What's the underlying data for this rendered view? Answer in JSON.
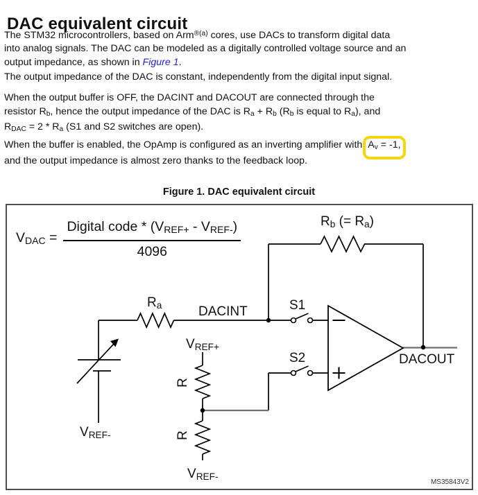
{
  "colors": {
    "link": "#2424cc",
    "highlight": "#f2d70e",
    "wire": "#000000",
    "gray_wire": "#6e6e6e",
    "figure_border": "#4d4d4d"
  },
  "page": {
    "title": "DAC equivalent circuit",
    "paragraphs": [
      {
        "lines": [
          [
            {
              "t": "The STM32 microcontrollers, based on Arm"
            },
            {
              "t": "®(a)",
              "s": "sup"
            },
            {
              "t": " cores, use DACs to transform digital data"
            }
          ],
          [
            {
              "t": "into analog signals. The DAC can be modeled as a digitally controlled voltage source and an"
            }
          ],
          [
            {
              "t": "output impedance, as shown in "
            },
            {
              "t": "Figure 1",
              "s": "link",
              "n": "figure-1-link"
            },
            {
              "t": "."
            }
          ]
        ]
      },
      {
        "lines": [
          [
            {
              "t": "The output impedance of the DAC is constant, independently from the digital input signal."
            }
          ]
        ]
      },
      {
        "lines": [
          [
            {
              "t": "When the output buffer is OFF, the DACINT and DACOUT are connected through the"
            }
          ],
          [
            {
              "t": "resistor R"
            },
            {
              "t": "b",
              "s": "sub"
            },
            {
              "t": ", hence the output impedance of the DAC is R"
            },
            {
              "t": "a",
              "s": "sub"
            },
            {
              "t": " + R"
            },
            {
              "t": "b",
              "s": "sub"
            },
            {
              "t": " (R"
            },
            {
              "t": "b",
              "s": "sub"
            },
            {
              "t": " is equal to R"
            },
            {
              "t": "a",
              "s": "sub"
            },
            {
              "t": "), and"
            }
          ],
          [
            {
              "t": "R"
            },
            {
              "t": "DAC",
              "s": "sub"
            },
            {
              "t": " = 2 * R"
            },
            {
              "t": "a",
              "s": "sub"
            },
            {
              "t": " (S1 and S2 switches are open)."
            }
          ]
        ]
      },
      {
        "lines": [
          [
            {
              "t": "When the buffer is enabled, the OpAmp is configured as an inverting amplifier with "
            },
            {
              "s": "hl",
              "n": "av-gain-highlight",
              "runs": [
                {
                  "t": "A"
                },
                {
                  "t": "v",
                  "s": "sub"
                },
                {
                  "t": " = -1,"
                }
              ]
            }
          ],
          [
            {
              "t": "and the output impedance is almost zero thanks to the feedback loop."
            }
          ]
        ]
      }
    ]
  },
  "figure": {
    "caption": "Figure 1. DAC equivalent circuit",
    "watermark": "MS35843V2",
    "formula": {
      "lhs": [
        {
          "t": "V"
        },
        {
          "t": "DAC",
          "s": "sub"
        },
        {
          "t": " ="
        }
      ],
      "numerator": [
        {
          "t": "Digital code * (V"
        },
        {
          "t": "REF+",
          "s": "sub"
        },
        {
          "t": " - V"
        },
        {
          "t": "REF-",
          "s": "sub"
        },
        {
          "t": ")"
        }
      ],
      "denominator": "4096"
    },
    "labels": {
      "rb": [
        {
          "t": "R"
        },
        {
          "t": "b",
          "s": "sub"
        },
        {
          "t": " (= R"
        },
        {
          "t": "a",
          "s": "sub"
        },
        {
          "t": ")"
        }
      ],
      "ra": [
        {
          "t": "R"
        },
        {
          "t": "a",
          "s": "sub"
        }
      ],
      "dacint": "DACINT",
      "dacout": "DACOUT",
      "s1": "S1",
      "s2": "S2",
      "vrefp": [
        {
          "t": "V"
        },
        {
          "t": "REF+",
          "s": "sub"
        }
      ],
      "vrefm_left": [
        {
          "t": "V"
        },
        {
          "t": "REF-",
          "s": "sub"
        }
      ],
      "vrefm_divider": [
        {
          "t": "V"
        },
        {
          "t": "REF-",
          "s": "sub"
        }
      ],
      "r_upper": "R",
      "r_lower": "R"
    }
  }
}
